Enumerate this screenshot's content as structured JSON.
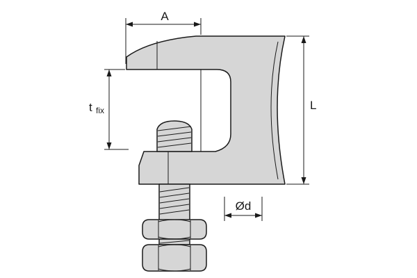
{
  "diagram": {
    "labels": {
      "a": "A",
      "l": "L",
      "t": "t",
      "t_sub": "fix",
      "d": "Ød"
    }
  }
}
